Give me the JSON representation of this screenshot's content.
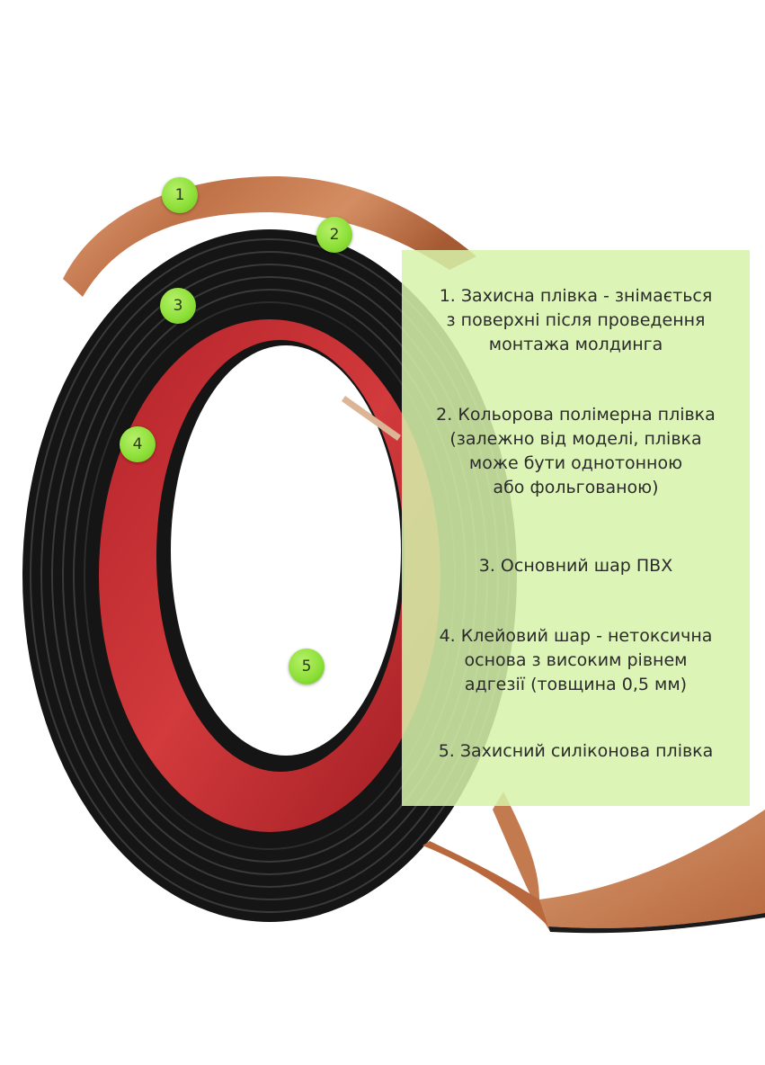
{
  "markers": [
    "1",
    "2",
    "3",
    "4",
    "5"
  ],
  "info": {
    "items": [
      "1. Захисна плівка - знімається\nз поверхні після проведення\nмонтажа молдинга",
      "2. Кольорова полімерна плівка\n(залежно від моделі, плівка\nможе бути однотонною\nабо фольгованою)",
      "3. Основний шар ПВХ",
      "4. Клейовий шар - нетоксична\nоснова з високим рівнем\nадгезії (товщина 0,5 мм)",
      "5. Захисний силіконова плівка"
    ]
  },
  "colors": {
    "panel": "#d6f2aa",
    "marker": "#8fe03a",
    "copper": "#c77a4c",
    "tape_black": "#141414",
    "adhesive_red": "#c3272c"
  }
}
